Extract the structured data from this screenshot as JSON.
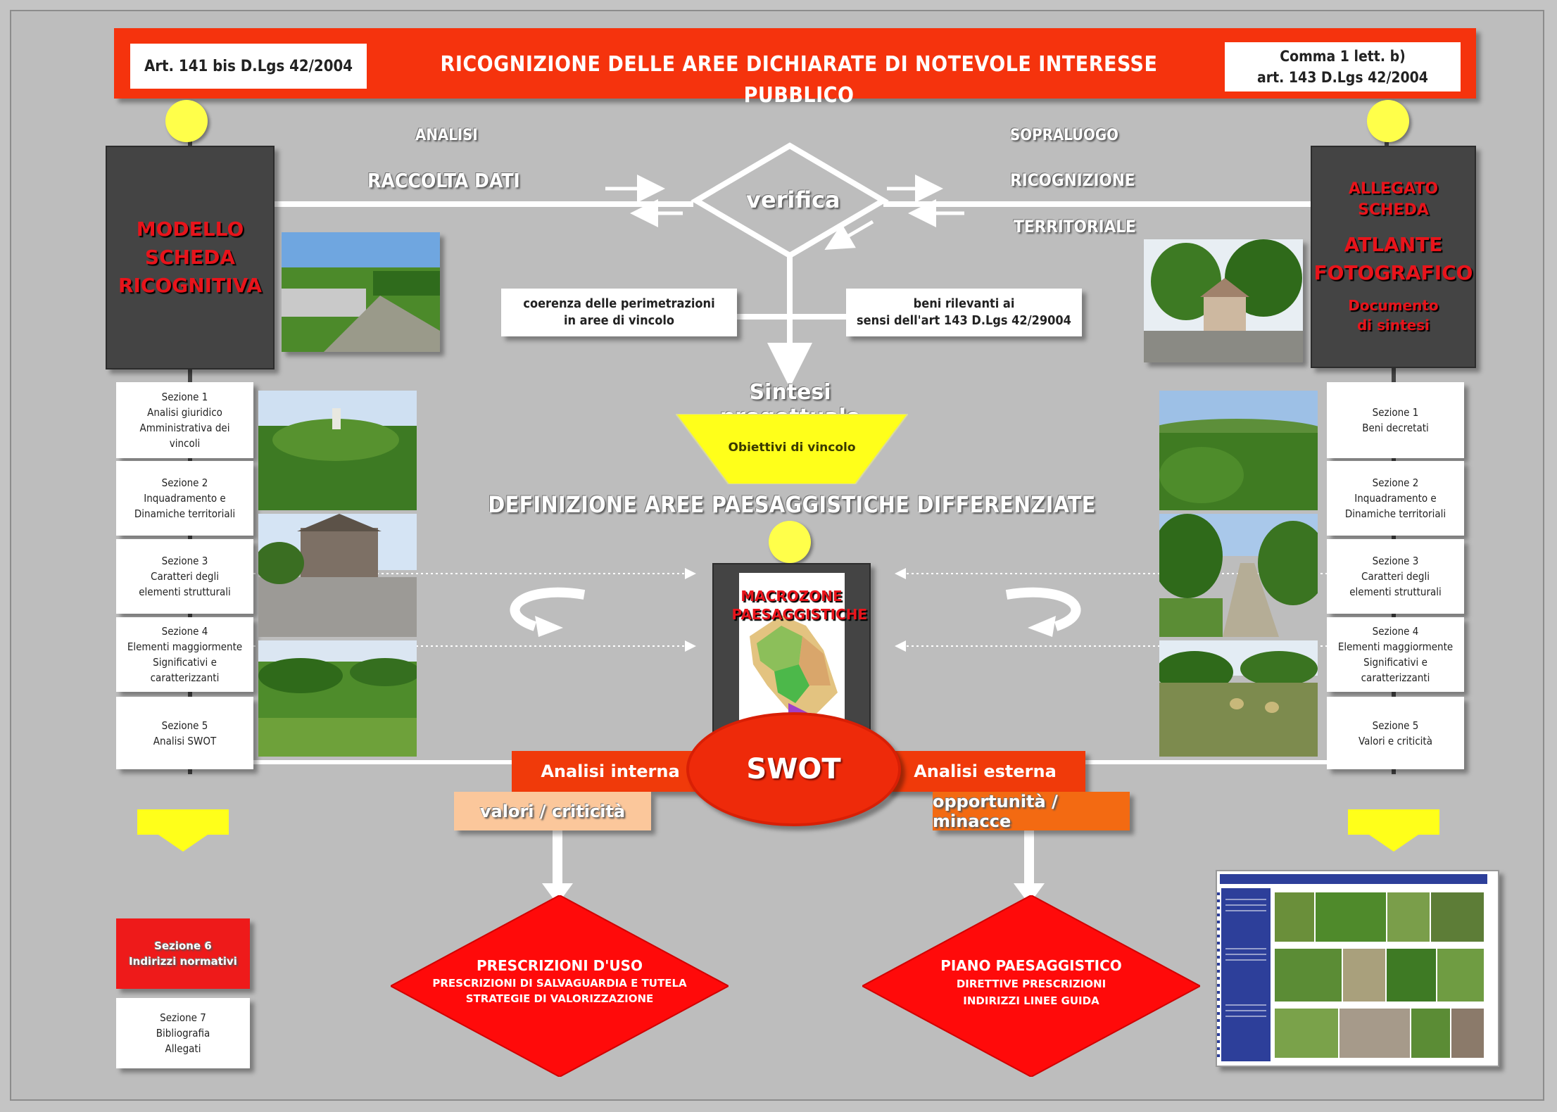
{
  "header": {
    "left_tag": "Art. 141 bis  D.Lgs 42/2004",
    "title": "RICOGNIZIONE DELLE AREE DICHIARATE DI NOTEVOLE INTERESSE PUBBLICO",
    "right_tag_line1": "Comma 1 lett. b)",
    "right_tag_line2": "art. 143  D.Lgs 42/2004"
  },
  "top_flow": {
    "analisi": "ANALISI",
    "raccolta": "RACCOLTA DATI",
    "verifica": "verifica",
    "sopralluogo": "SOPRALUOGO",
    "ricognizione": "RICOGNIZIONE",
    "territoriale": "TERRITORIALE",
    "coerenza_line1": "coerenza delle perimetrazioni",
    "coerenza_line2": "in aree di vincolo",
    "beni_line1": "beni rilevanti ai",
    "beni_line2": "sensi dell'art 143 D.Lgs 42/29004"
  },
  "left_model": {
    "line1": "MODELLO",
    "line2": "SCHEDA",
    "line3": "RICOGNITIVA"
  },
  "right_model": {
    "line1": "ALLEGATO",
    "line2": "SCHEDA",
    "line3": "ATLANTE",
    "line4": "FOTOGRAFICO",
    "line5": "Documento",
    "line6": "di sintesi"
  },
  "left_sections": [
    {
      "lines": [
        "Sezione 1",
        "Analisi giuridico",
        "Amministrativa dei",
        "vincoli"
      ]
    },
    {
      "lines": [
        "Sezione 2",
        "Inquadramento  e",
        "Dinamiche  territoriali"
      ]
    },
    {
      "lines": [
        "Sezione 3",
        "Caratteri  degli",
        "elementi strutturali"
      ]
    },
    {
      "lines": [
        "Sezione 4",
        "Elementi  maggiormente",
        "Significativi e",
        "caratterizzanti"
      ]
    },
    {
      "lines": [
        "Sezione 5",
        "Analisi SWOT"
      ]
    }
  ],
  "right_sections": [
    {
      "lines": [
        "Sezione 1",
        "Beni  decretati"
      ]
    },
    {
      "lines": [
        "Sezione 2",
        "Inquadramento  e",
        "Dinamiche  territoriali"
      ]
    },
    {
      "lines": [
        "Sezione 3",
        "Caratteri  degli",
        "elementi strutturali"
      ]
    },
    {
      "lines": [
        "Sezione 4",
        "Elementi  maggiormente",
        "Significativi e",
        "caratterizzanti"
      ]
    },
    {
      "lines": [
        "Sezione 5",
        "Valori e criticità"
      ]
    }
  ],
  "center": {
    "sintesi": "Sintesi progettuale",
    "obiettivi": "Obiettivi di vincolo",
    "definizione": "DEFINIZIONE AREE PAESAGGISTICHE DIFFERENZIATE",
    "macrozone_line1": "MACROZONE",
    "macrozone_line2": "PAESAGGISTICHE",
    "swot": "SWOT",
    "analisi_interna": "Analisi interna",
    "analisi_esterna": "Analisi  esterna",
    "valori": "valori / criticità",
    "opportunita": "opportunità / minacce"
  },
  "bottom_left": {
    "sezione6_line1": "Sezione 6",
    "sezione6_line2": "Indirizzi normativi",
    "sezione7_line1": "Sezione 7",
    "sezione7_line2": "Bibliografia",
    "sezione7_line3": "Allegati"
  },
  "diamonds": {
    "left_line1": "PRESCRIZIONI D'USO",
    "left_line2": "PRESCRIZIONI DI SALVAGUARDIA E TUTELA",
    "left_line3": "STRATEGIE DI VALORIZZAZIONE",
    "right_line1": "PIANO PAESAGGISTICO",
    "right_line2": "DIRETTIVE PRESCRIZIONI",
    "right_line3": "INDIRIZZI  LINEE  GUIDA"
  },
  "colors": {
    "header_red": "#f5330d",
    "alert_red": "#e8141b",
    "yellow": "#ffff33",
    "swot_red": "#ee2a0a",
    "dark_box": "#444444",
    "light_orange": "#fbc79b",
    "orange": "#f36a12"
  }
}
